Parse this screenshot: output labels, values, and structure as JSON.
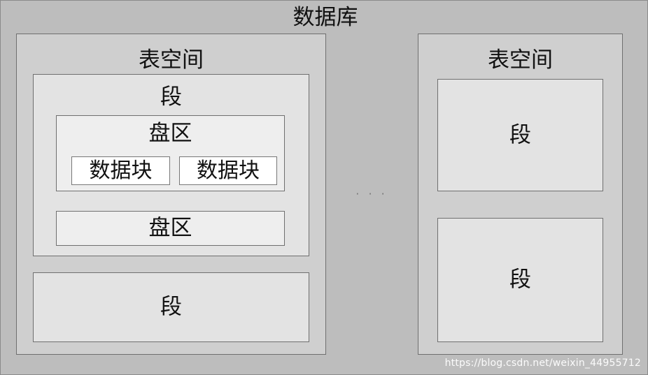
{
  "diagram": {
    "database_label": "数据库",
    "tablespace_label": "表空间",
    "segment_label": "段",
    "extent_label": "盘区",
    "data_block_label": "数据块",
    "ellipsis": "· · ·",
    "watermark": "https://blog.csdn.net/weixin_44955712"
  }
}
